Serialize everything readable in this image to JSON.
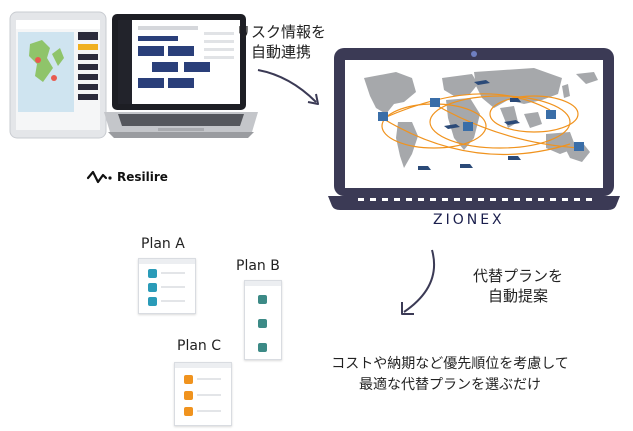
{
  "top_label": {
    "line1": "リスク情報を",
    "line2": "自動連携"
  },
  "resilire": {
    "brand": "Resilire"
  },
  "zionex": {
    "brand": "ZIONEX"
  },
  "middle_label": {
    "line1": "代替プランを",
    "line2": "自動提案"
  },
  "plans": [
    {
      "title": "Plan A",
      "color": "#2a9bb8"
    },
    {
      "title": "Plan B",
      "color": "#3c8a86"
    },
    {
      "title": "Plan C",
      "color": "#f0931e"
    }
  ],
  "bottom_text": {
    "line1": "コストや納期など優先順位を考慮して",
    "line2": "最適な代替プランを選ぶだけ"
  },
  "colors": {
    "laptop_frame": "#3b3a55",
    "route": "#f0931e",
    "map_land": "#a6a8ab",
    "arrow": "#3b3a55"
  }
}
